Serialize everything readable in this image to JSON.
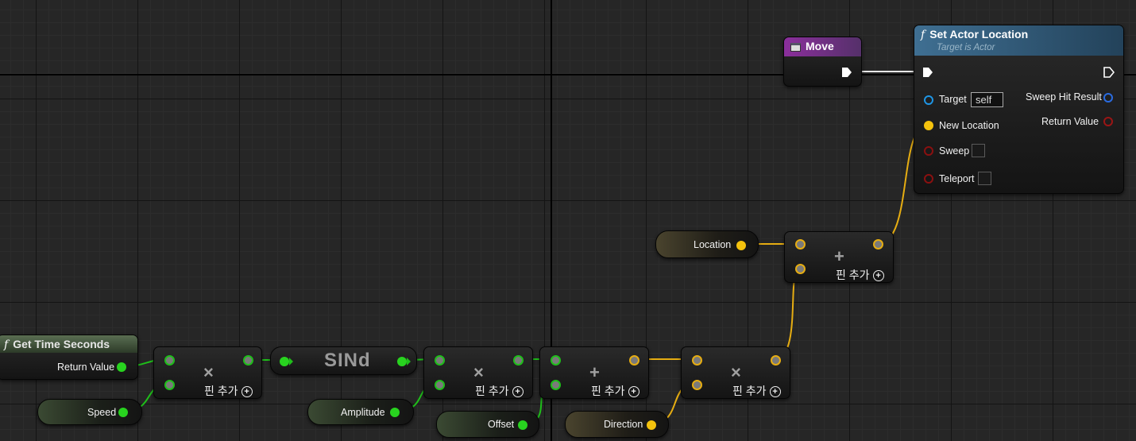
{
  "get_time_node": {
    "title": "Get Time Seconds",
    "output_label": "Return Value"
  },
  "variables": {
    "speed": "Speed",
    "amplitude": "Amplitude",
    "offset": "Offset",
    "direction": "Direction",
    "location": "Location"
  },
  "math_nodes": {
    "multiply_op": "×",
    "add_op": "+",
    "sind_label": "SINd",
    "add_pin_label": "핀 추가",
    "add_pin_icon": "+"
  },
  "move_event": {
    "title": "Move",
    "icon": "event-icon"
  },
  "set_actor_location": {
    "title": "Set Actor Location",
    "subtitle": "Target is Actor",
    "target_label": "Target",
    "target_value": "self",
    "new_location_label": "New Location",
    "sweep_label": "Sweep",
    "teleport_label": "Teleport",
    "sweep_hit_result_label": "Sweep Hit Result",
    "return_value_label": "Return Value"
  },
  "colors": {
    "float_pin": "#28d31f",
    "vector_pin": "#f4c20d",
    "object_pin": "#1e96e6",
    "bool_pin": "#8a1010",
    "event_header": "#8b2f9c",
    "function_header": "#3f6f92"
  }
}
